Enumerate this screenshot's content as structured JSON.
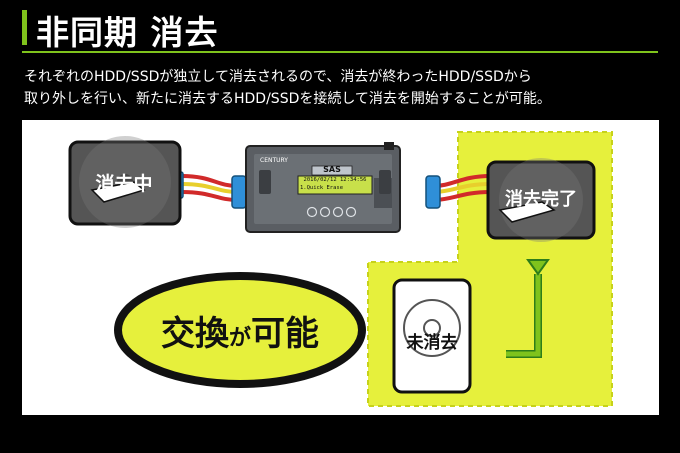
{
  "header": {
    "title": "非同期 消去"
  },
  "description": {
    "line1": "それぞれのHDD/SSDが独立して消去されるので、消去が終わったHDD/SSDから",
    "line2": "取り外しを行い、新たに消去するHDD/SSDを接続して消去を開始することが可能。"
  },
  "diagram": {
    "left_drive_label": "消去中",
    "right_drive_label": "消去完了",
    "new_drive_label": "未消去",
    "swap_label_main1": "交換",
    "swap_label_small": "が",
    "swap_label_main2": "可能",
    "device": {
      "brand": "CENTURY",
      "badge": "SAS",
      "lcd_line1": "2016/02/12  12:34:56",
      "lcd_line2": "1.Quick Erase"
    }
  },
  "colors": {
    "accent": "#7fc31c",
    "highlight": "#e6f03c",
    "dashed": "#d9e53a"
  }
}
